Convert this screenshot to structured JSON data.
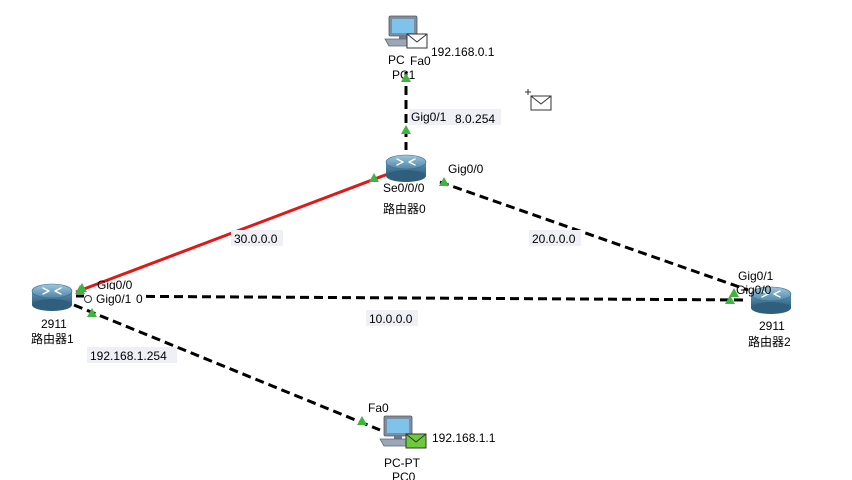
{
  "colors": {
    "link_ethernet": "#000000",
    "link_serial": "#e01818",
    "port_up": "#3fb43f",
    "envelope_pending": "#ffffff",
    "envelope_received": "#6ccb3a"
  },
  "devices": {
    "pc_top": {
      "model": "PC",
      "name": "PC1",
      "ip": "192.168.0.1",
      "port": "Fa0",
      "icon": "pc-icon"
    },
    "pc_bottom": {
      "model": "PC-PT",
      "name": "PC0",
      "ip": "192.168.1.1",
      "port": "Fa0",
      "icon": "pc-icon"
    },
    "router0": {
      "name": "路由器0",
      "port_gig01": "Gig0/1",
      "port_gig00": "Gig0/0",
      "port_serial": "Se0/0/0",
      "gateway": "8.0.254",
      "icon": "router-icon"
    },
    "router1": {
      "model": "2911",
      "name": "路由器1",
      "port_gig00": "Gig0/0",
      "port_gig01": "Gig0/1",
      "port_overlap": "0",
      "gateway": "192.168.1.254",
      "icon": "router-icon"
    },
    "router2": {
      "model": "2911",
      "name": "路由器2",
      "port_gig01": "Gig0/1",
      "port_gig00": "Gig0/0",
      "icon": "router-icon"
    }
  },
  "networks": {
    "net30": "30.0.0.0",
    "net20": "20.0.0.0",
    "net10": "10.0.0.0"
  }
}
